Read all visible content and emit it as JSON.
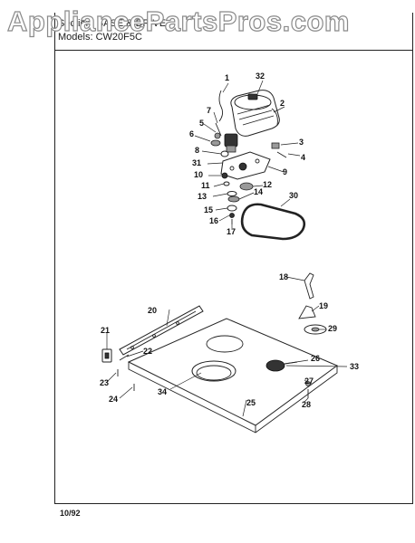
{
  "watermark": "AppliancePartsPros.com",
  "header": {
    "section_line": "Section: BASE & DRIVE",
    "models_line": "Models: CW20F5C"
  },
  "date_code": "10/92",
  "callouts": [
    "1",
    "2",
    "3",
    "4",
    "5",
    "6",
    "7",
    "8",
    "9",
    "10",
    "11",
    "12",
    "13",
    "14",
    "15",
    "16",
    "17",
    "18",
    "19",
    "20",
    "21",
    "22",
    "23",
    "24",
    "25",
    "26",
    "27",
    "28",
    "29",
    "30",
    "31",
    "32",
    "33",
    "34"
  ]
}
